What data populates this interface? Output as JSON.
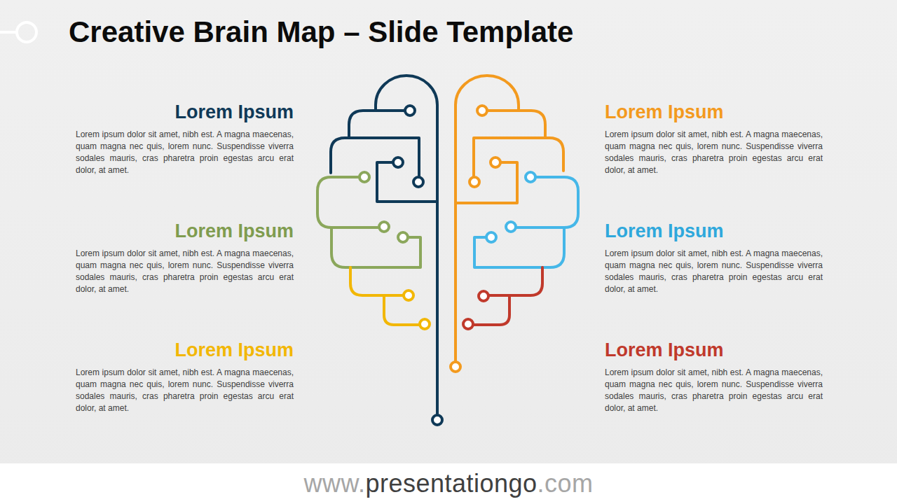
{
  "diagram": {
    "title": "Creative Brain Map – Slide Template",
    "nodes": [
      {
        "text": [
          "Lorem Ipsum",
          "Lorem ipsum dolor sit amet, nibh est. A magna maecenas, quam magna nec quis, lorem nunc. Suspendisse viverra sodales mauris, cras pharetra proin egestas arcu erat dolor, at amet."
        ]
      },
      {
        "text": [
          "Lorem Ipsum",
          "Lorem ipsum dolor sit amet, nibh est. A magna maecenas, quam magna nec quis, lorem nunc. Suspendisse viverra sodales mauris, cras pharetra proin egestas arcu erat dolor, at amet."
        ]
      },
      {
        "text": [
          "Lorem Ipsum",
          "Lorem ipsum dolor sit amet, nibh est. A magna maecenas, quam magna nec quis, lorem nunc. Suspendisse viverra sodales mauris, cras pharetra proin egestas arcu erat dolor, at amet."
        ]
      },
      {
        "text": [
          "Lorem Ipsum",
          "Lorem ipsum dolor sit amet, nibh est. A magna maecenas, quam magna nec quis, lorem nunc. Suspendisse viverra sodales mauris, cras pharetra proin egestas arcu erat dolor, at amet."
        ]
      },
      {
        "text": [
          "Lorem Ipsum",
          "Lorem ipsum dolor sit amet, nibh est. A magna maecenas, quam magna nec quis, lorem nunc. Suspendisse viverra sodales mauris, cras pharetra proin egestas arcu erat dolor, at amet."
        ]
      },
      {
        "text": [
          "Lorem Ipsum",
          "Lorem ipsum dolor sit amet, nibh est. A magna maecenas, quam magna nec quis, lorem nunc. Suspendisse viverra sodales mauris, cras pharetra proin egestas arcu erat dolor, at amet."
        ]
      }
    ],
    "labels": [
      "www.",
      "presentationgo",
      ".com"
    ]
  }
}
